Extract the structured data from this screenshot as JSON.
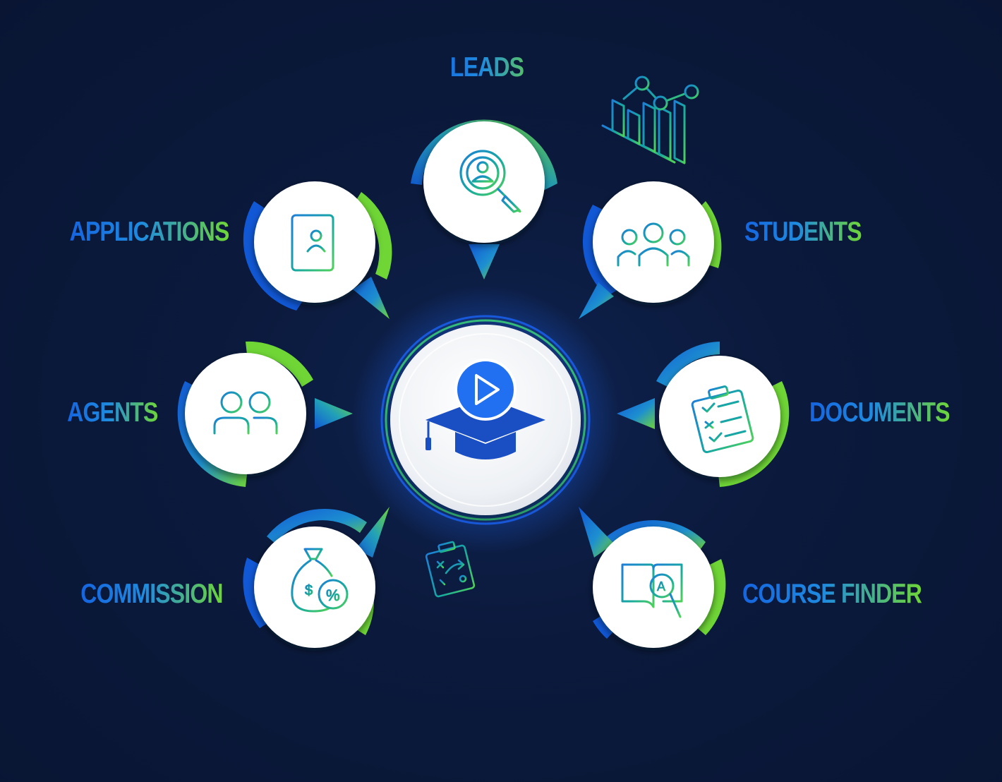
{
  "labels": {
    "leads": "LEADS",
    "applications": "APPLICATIONS",
    "students": "STUDENTS",
    "agents": "AGENTS",
    "documents": "DOCUMENTS",
    "commission": "COMMISSION",
    "course_finder": "COURSE FINDER"
  },
  "colors": {
    "background": "#0a1733",
    "accent_blue": "#1565e0",
    "accent_green": "#6fd636",
    "icon_teal": "#1f8f88",
    "hub_blue": "#1a4fc4"
  },
  "icons": {
    "center": "graduation-cap-play-icon",
    "leads": "user-search-icon",
    "applications": "address-book-icon",
    "students": "group-icon",
    "agents": "two-people-icon",
    "documents": "checklist-clipboard-icon",
    "commission": "money-bag-percent-icon",
    "course_finder": "open-book-search-icon",
    "decor_chart": "growth-chart-icon",
    "decor_clipboard": "strategy-clipboard-icon"
  }
}
